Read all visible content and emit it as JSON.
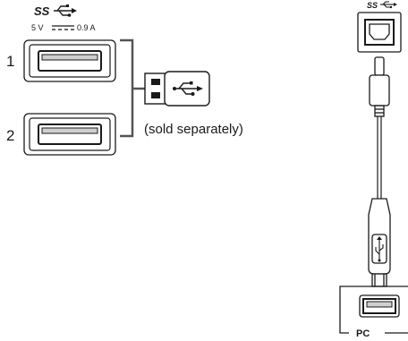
{
  "labels": {
    "superspeed_logo_left": "SS",
    "power_rating_voltage": "5 V",
    "power_rating_current": "0.9 A",
    "port_1": "1",
    "port_2": "2",
    "accessory_note": "(sold separately)",
    "superspeed_logo_right": "SS",
    "pc": "PC"
  },
  "icons": {
    "usb_trident": "usb-trident-icon",
    "dc_symbol": "dc-current-icon"
  },
  "colors": {
    "line": "#1a1a1a",
    "port_fill": "#cfcfcf",
    "background": "#ffffff"
  }
}
